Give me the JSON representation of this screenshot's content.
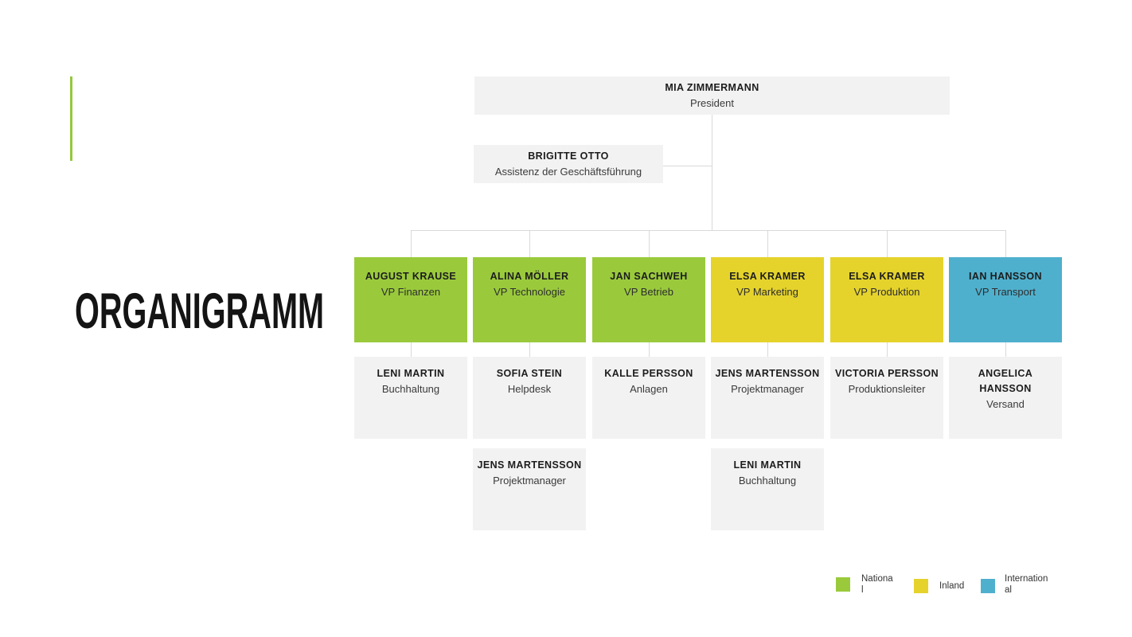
{
  "slide": {
    "title": "ORGANIGRAMM"
  },
  "palette": {
    "green": "#9ACA3C",
    "yellow": "#E5D32C",
    "blue": "#4FB0CD",
    "accent_green": "#94C83D",
    "box_gray": "#F2F2F2",
    "connector_gray": "#D9D9D9"
  },
  "org": {
    "president": {
      "name": "MIA ZIMMERMANN",
      "role": "President"
    },
    "assistant": {
      "name": "BRIGITTE OTTO",
      "role": "Assistenz der Geschäftsführung"
    },
    "vps": [
      {
        "name": "AUGUST KRAUSE",
        "role": "VP Finanzen",
        "category": "National"
      },
      {
        "name": "ALINA MÖLLER",
        "role": "VP Technologie",
        "category": "National"
      },
      {
        "name": "JAN SACHWEH",
        "role": "VP Betrieb",
        "category": "National"
      },
      {
        "name": "ELSA KRAMER",
        "role": "VP Marketing",
        "category": "Inland"
      },
      {
        "name": "ELSA KRAMER",
        "role": "VP Produktion",
        "category": "Inland"
      },
      {
        "name": "IAN HANSSON",
        "role": "VP Transport",
        "category": "International"
      }
    ],
    "reports": [
      {
        "name": "LENI MARTIN",
        "role": "Buchhaltung"
      },
      {
        "name": "SOFIA STEIN",
        "role": "Helpdesk"
      },
      {
        "name": "KALLE PERSSON",
        "role": "Anlagen"
      },
      {
        "name": "JENS MARTENSSON",
        "role": "Projektmanager"
      },
      {
        "name": "VICTORIA PERSSON",
        "role": "Produktionsleiter"
      },
      {
        "name": "ANGELICA HANSSON",
        "role": "Versand"
      }
    ],
    "second_reports": [
      {
        "name": "JENS MARTENSSON",
        "role": "Projektmanager"
      },
      {
        "name": "LENI MARTIN",
        "role": "Buchhaltung"
      }
    ]
  },
  "legend": {
    "items": [
      {
        "label": "National",
        "line1": "Nationa",
        "line2": "l",
        "color": "#9ACA3C"
      },
      {
        "label": "Inland",
        "line1": "Inland",
        "line2": "",
        "color": "#E5D32C"
      },
      {
        "label": "International",
        "line1": "Internation",
        "line2": "al",
        "color": "#4FB0CD"
      }
    ]
  }
}
